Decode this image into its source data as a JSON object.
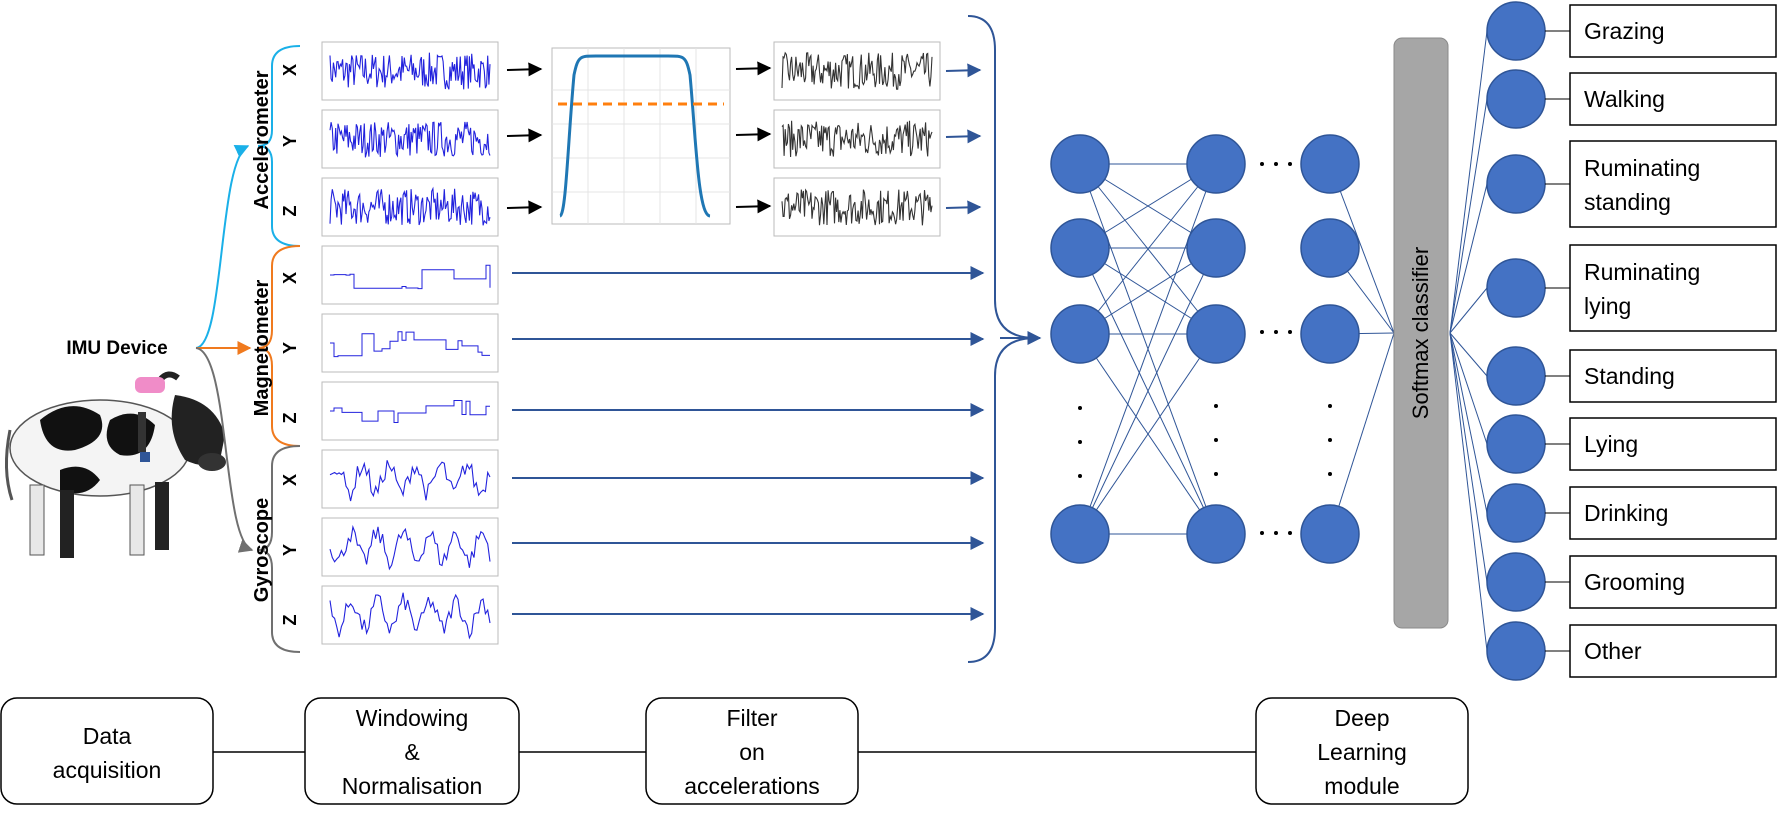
{
  "device": {
    "label": "IMU Device"
  },
  "sensors": [
    {
      "name": "Accelerometer",
      "color": "#1AB0E8",
      "axes": [
        "X",
        "Y",
        "Z"
      ],
      "filtered": true
    },
    {
      "name": "Magnetometer",
      "color": "#F07A1E",
      "axes": [
        "X",
        "Y",
        "Z"
      ],
      "filtered": false
    },
    {
      "name": "Gyroscope",
      "color": "#808080",
      "axes": [
        "X",
        "Y",
        "Z"
      ],
      "filtered": false
    }
  ],
  "classifier": {
    "label": "Softmax classifier"
  },
  "classes": [
    "Grazing",
    "Walking",
    "Ruminating standing",
    "Ruminating lying",
    "Standing",
    "Lying",
    "Drinking",
    "Grooming",
    "Other"
  ],
  "pipeline": [
    {
      "label": "Data acquisition"
    },
    {
      "label": "Windowing & Normalisation"
    },
    {
      "label": "Filter on accelerations"
    },
    {
      "label": "Deep Learning module"
    }
  ],
  "colors": {
    "signal": "#2222DD",
    "filtered_signal": "#333333",
    "node": "#4472C4",
    "node_edge": "#2F5597",
    "arrow": "#2F5597",
    "filter_curve": "#1F77B4",
    "filter_threshold": "#FF7F0E",
    "classifier_box": "#A6A6A6"
  }
}
